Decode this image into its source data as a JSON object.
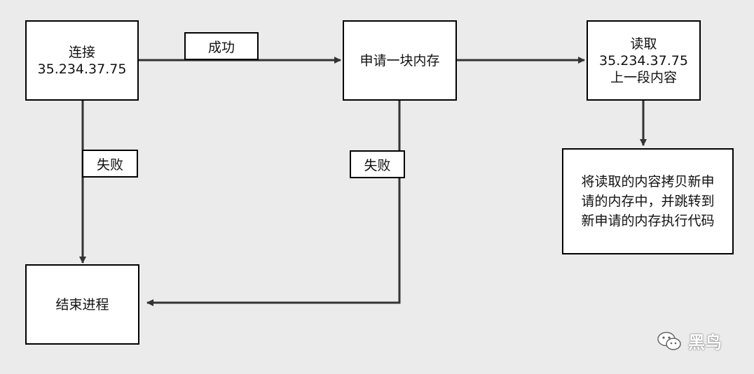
{
  "nodes": {
    "connect": {
      "lines": [
        "连接",
        "35.234.37.75"
      ]
    },
    "alloc": {
      "lines": [
        "申请一块内存"
      ]
    },
    "read": {
      "lines": [
        "读取",
        "35.234.37.75",
        "上一段内容"
      ]
    },
    "copy": {
      "lines": [
        "将读取的内容拷贝新申",
        "请的内存中，并跳转到",
        "新申请的内存执行代码"
      ]
    },
    "end": {
      "lines": [
        "结束进程"
      ]
    }
  },
  "edge_labels": {
    "success": "成功",
    "fail_connect": "失败",
    "fail_alloc": "失败"
  },
  "watermark": {
    "icon": "wechat-icon",
    "text": "黑鸟"
  }
}
